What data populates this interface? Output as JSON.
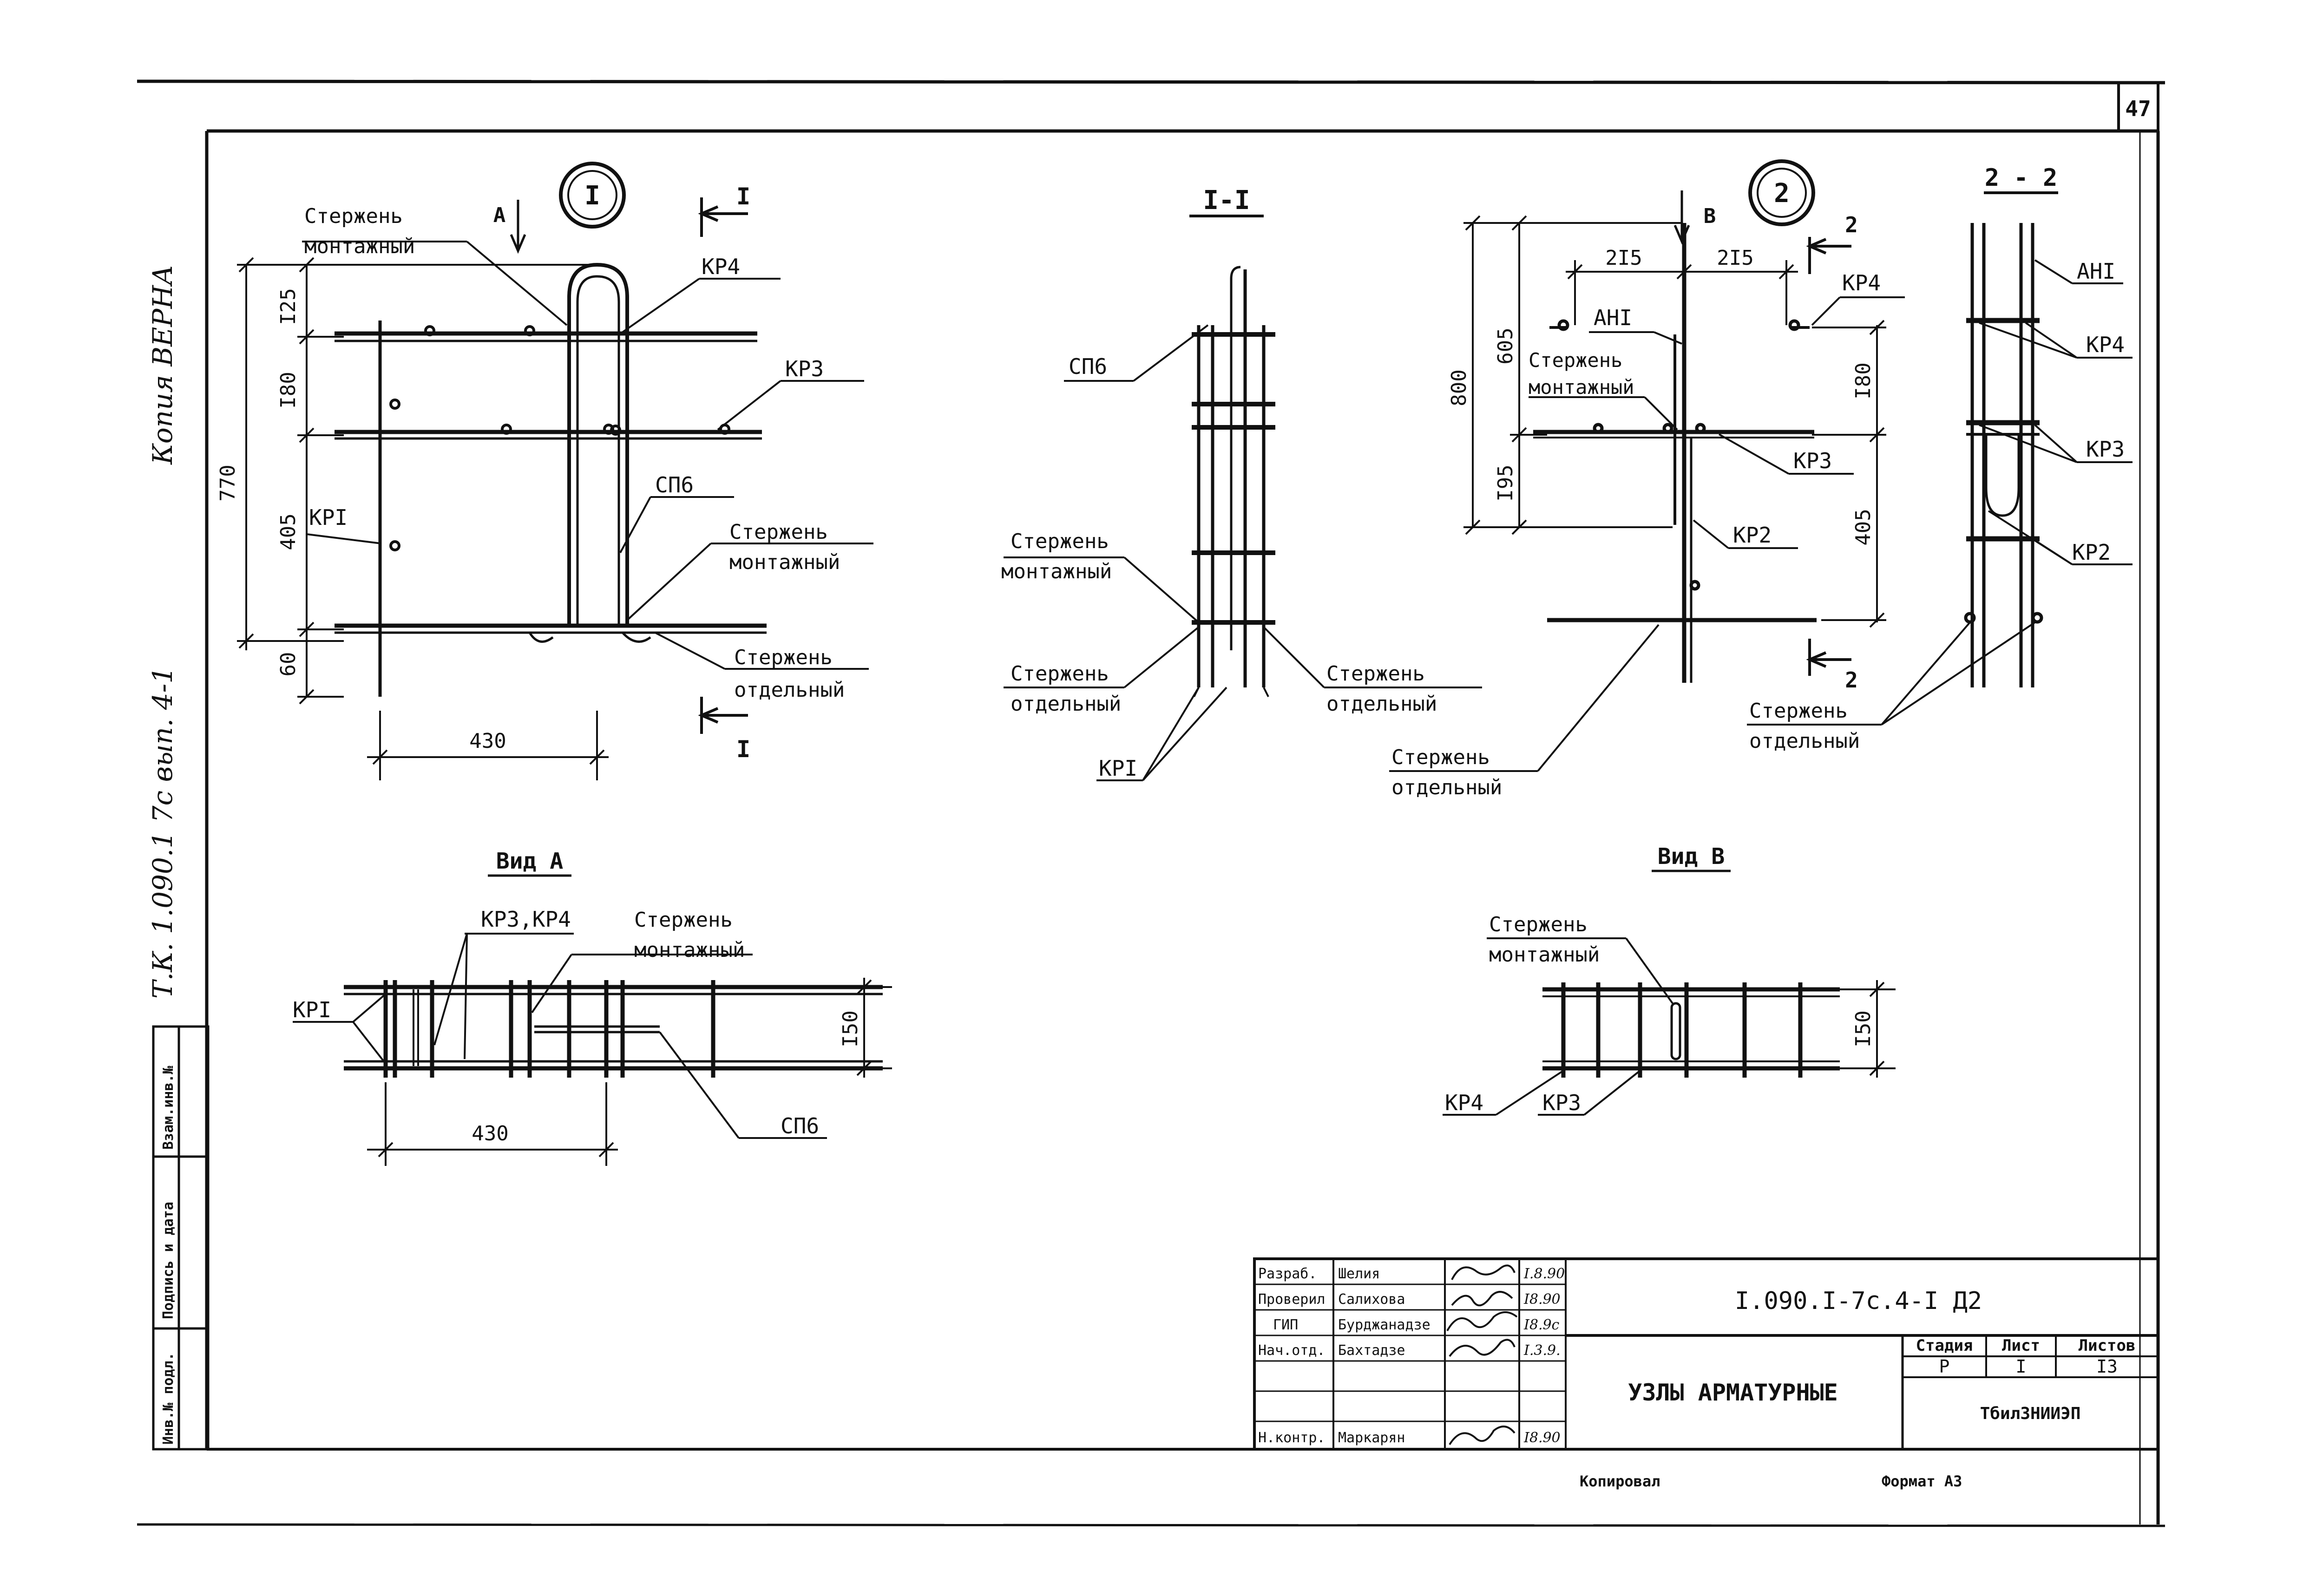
{
  "sheet": {
    "page_number": "47",
    "side_note_copy": "Копия ВЕРНА",
    "side_note_series": "Т.К. 1.090.1 7с вып. 4-1",
    "side_table": [
      "Инв.№ подл.",
      "Подпись и дата",
      "Взам.инв.№"
    ]
  },
  "node1": {
    "marker": "I",
    "section_letter": "I",
    "arrow_letter": "A",
    "labels": {
      "rod_mount_l1": "Стержень",
      "rod_mount_l2": "монтажный",
      "kp4": "КР4",
      "kp3": "КР3",
      "sp6": "СП6",
      "kp1": "КРI",
      "rod_mount2_l1": "Стержень",
      "rod_mount2_l2": "монтажный",
      "rod_sep_l1": "Стержень",
      "rod_sep_l2": "отдельный"
    },
    "dims": {
      "d125": "I25",
      "d180": "I80",
      "d405": "405",
      "d60": "60",
      "d770": "770",
      "d430": "430"
    }
  },
  "section11": {
    "title": "I-I",
    "labels": {
      "sp6": "СП6",
      "rod_mount_l1": "Стержень",
      "rod_mount_l2": "монтажный",
      "rod_sep_left_l1": "Стержень",
      "rod_sep_left_l2": "отдельный",
      "rod_sep_right_l1": "Стержень",
      "rod_sep_right_l2": "отдельный",
      "kp1": "КРI"
    }
  },
  "node2": {
    "marker": "2",
    "section_letter": "2",
    "arrow_letter": "B",
    "labels": {
      "ahi": "АНI",
      "kp4": "КР4",
      "rod_mount_l1": "Стержень",
      "rod_mount_l2": "монтажный",
      "kp3": "КР3",
      "kp2": "КР2",
      "rod_sep_l1": "Стержень",
      "rod_sep_l2": "отдельный"
    },
    "dims": {
      "d215a": "2I5",
      "d215b": "2I5",
      "d800": "800",
      "d605": "605",
      "d195": "I95",
      "d180": "I80",
      "d405": "405"
    }
  },
  "section22": {
    "title": "2 - 2",
    "labels": {
      "ahi": "АНI",
      "kp4": "КР4",
      "kp3": "КР3",
      "kp2": "КР2",
      "rod_sep_l1": "Стержень",
      "rod_sep_l2": "отдельный"
    }
  },
  "viewA": {
    "title": "Вид А",
    "labels": {
      "kp34": "КР3,КР4",
      "rod_mount_l1": "Стержень",
      "rod_mount_l2": "монтажный",
      "kp1": "КРI",
      "sp6": "СП6"
    },
    "dims": {
      "d150": "I50",
      "d430": "430"
    }
  },
  "viewB": {
    "title": "Вид В",
    "labels": {
      "rod_mount_l1": "Стержень",
      "rod_mount_l2": "монтажный",
      "kp4": "КР4",
      "kp3": "КР3"
    },
    "dims": {
      "d150": "I50"
    }
  },
  "title_block": {
    "rows": [
      {
        "role": "Разраб.",
        "name": "Шелия",
        "date": "I.8.90"
      },
      {
        "role": "Проверил",
        "name": "Салихова",
        "date": "I8.90"
      },
      {
        "role": "ГИП",
        "name": "Бурджанадзе",
        "date": "I8.9с"
      },
      {
        "role": "Нач.отд.",
        "name": "Бахтадзе",
        "date": "I.3.9."
      },
      {
        "role": "",
        "name": "",
        "date": ""
      },
      {
        "role": "",
        "name": "",
        "date": ""
      },
      {
        "role": "Н.контр.",
        "name": "Маркарян",
        "date": "I8.90"
      }
    ],
    "code": "I.090.I-7с.4-I Д2",
    "title": "УЗЛЫ АРМАТУРНЫЕ",
    "stage_label": "Стадия",
    "sheet_label": "Лист",
    "sheets_label": "Листов",
    "stage": "Р",
    "sheet": "I",
    "sheets": "I3",
    "org": "ТбилЗНИИЭП",
    "copied": "Копировал",
    "format": "Формат А3"
  }
}
